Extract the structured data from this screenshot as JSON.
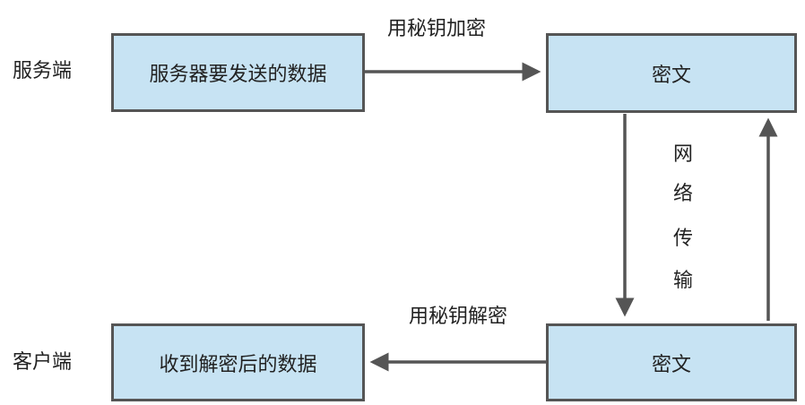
{
  "colors": {
    "box_fill": "#c7e3f3",
    "box_border": "#555555",
    "arrow": "#555555",
    "text": "#222222",
    "background": "#ffffff"
  },
  "server_label": "服务端",
  "client_label": "客户端",
  "boxes": {
    "server_data": "服务器要发送的数据",
    "ciphertext_top": "密文",
    "ciphertext_bottom": "密文",
    "client_data": "收到解密后的数据"
  },
  "arrow_labels": {
    "encrypt": "用秘钥加密",
    "decrypt": "用秘钥解密",
    "network": [
      "网",
      "络",
      "传",
      "输"
    ]
  }
}
